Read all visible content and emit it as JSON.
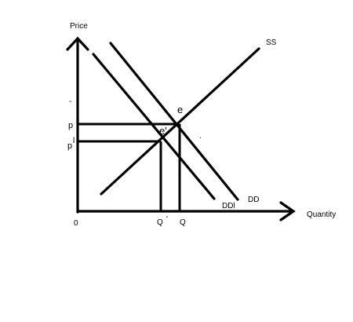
{
  "diagram": {
    "y_axis_label": "Price",
    "x_axis_label": "Quantity",
    "origin_label": "0",
    "price_tick_top_mark": "-",
    "price_label_p": "p",
    "price_label_p1_base": "p",
    "price_label_p1_sup": "l",
    "quantity_label_q1_base": "Q",
    "quantity_label_q1_sup": "'",
    "quantity_label_q": "Q",
    "equilibrium_label_e": "e",
    "equilibrium_label_e1": "e'",
    "curve_label_supply": "SS",
    "curve_label_demand": "DD",
    "curve_label_demand_new": "DDl",
    "stray_mark": "."
  }
}
